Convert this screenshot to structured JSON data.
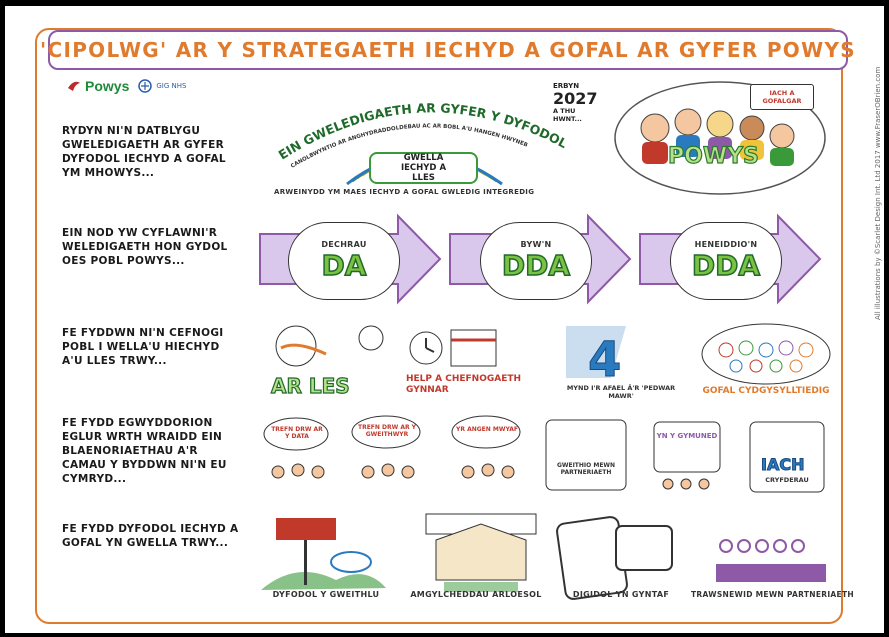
{
  "title": "'CIPOLWG' AR Y STRATEGAETH IECHYD A GOFAL AR GYFER POWYS",
  "side_credit": "All illustrations by ©Scarlet Design Int. Ltd 2017 www.FraserOBrien.com",
  "logos": {
    "powys": "Powys",
    "nhs": "GIG NHS"
  },
  "rows": [
    {
      "text": "RYDYN NI'N DATBLYGU GWELEDIGAETH AR GYFER DYFODOL IECHYD A GOFAL YM MHOWYS..."
    },
    {
      "text": "EIN NOD YW CYFLAWNI'R WELEDIGAETH HON GYDOL OES POBL POWYS..."
    },
    {
      "text": "FE FYDDWN NI'N CEFNOGI POBL I WELLA'U HIECHYD A'U LLES TRWY..."
    },
    {
      "text": "FE FYDD EGWYDDORION EGLUR WRTH WRAIDD EIN BLAENORIAETHAU A'R CAMAU Y BYDDWN NI'N EU CYMRYD..."
    },
    {
      "text": "FE FYDD DYFODOL IECHYD A GOFAL YN GWELLA TRWY..."
    }
  ],
  "vision": {
    "arc_title": "EIN GWELEDIGAETH AR GYFER Y DYFODOL",
    "arc_sub": "CANOLBWYNTIO AR ANGHYDRADDOLDEBAU AC AR BOBL A'U HANGEN HWYNEB",
    "badge": "GWELLA IECHYD A LLES",
    "footer": "ARWEINYDD YM MAES IECHYD A GOFAL GWLEDIG INTEGREDIG",
    "year_label": "ERBYN",
    "year": "2027",
    "year_after": "A THU HWNT...",
    "powys_word": "POWYS",
    "sign": "IACH A GOFALGAR"
  },
  "arrows": [
    {
      "top": "DECHRAU",
      "main": "DA"
    },
    {
      "top": "BYW'N",
      "main": "DDA"
    },
    {
      "top": "HENEIDDIO'N",
      "main": "DDA"
    }
  ],
  "wellbeing": [
    {
      "label": "AR LES"
    },
    {
      "label": "HELP A CHEFNOGAETH GYNNAR"
    },
    {
      "label": "MYND I'R AFAEL Â'R 'PEDWAR MAWR'"
    },
    {
      "label": "GOFAL CYDGYSYLLTIEDIG"
    }
  ],
  "principles": [
    {
      "label": "TREFN DRW AR Y DATA"
    },
    {
      "label": "TREFN DRW AR Y GWEITHWYR"
    },
    {
      "label": "YR ANGEN MWYAF"
    },
    {
      "label": "GWEITHIO MEWN PARTNERIAETH"
    },
    {
      "label": "YN Y GYMUNED"
    },
    {
      "label": "CRYFDERAU"
    }
  ],
  "future": [
    {
      "caption": "DYFODOL Y GWEITHLU"
    },
    {
      "caption": "AMGYLCHEDDAU ARLOESOL"
    },
    {
      "caption": "DIGIDOL YN GYNTAF"
    },
    {
      "caption": "TRAWSNEWID MEWN PARTNERIAETH"
    }
  ],
  "colors": {
    "orange": "#e07b2e",
    "purple": "#8e5aa8",
    "green": "#3a9a3a",
    "arrow_fill": "#d9c8ec"
  }
}
